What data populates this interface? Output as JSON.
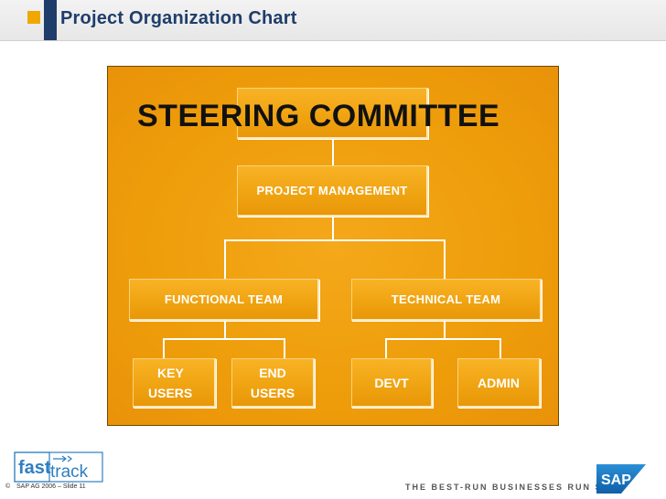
{
  "header": {
    "title": "Project Organization Chart"
  },
  "chart": {
    "steering": "STEERING COMMITTEE",
    "project_management": "PROJECT MANAGEMENT",
    "functional_team": "FUNCTIONAL TEAM",
    "technical_team": "TECHNICAL TEAM",
    "key_users_line1": "KEY",
    "key_users_line2": "USERS",
    "end_users_line1": "END",
    "end_users_line2": "USERS",
    "devt": "DEVT",
    "admin": "ADMIN"
  },
  "footer": {
    "copyright_symbol": "©",
    "slide_info": "SAP AG 2006 – Slide 11",
    "tagline": "THE BEST-RUN BUSINESSES RUN SAP",
    "fasttrack_logo": "fasttrack",
    "sap_logo": "SAP"
  },
  "colors": {
    "panel": "#ee9d0a",
    "box": "#f0a412",
    "title": "#1f3d6b",
    "accent": "#f0a800"
  }
}
